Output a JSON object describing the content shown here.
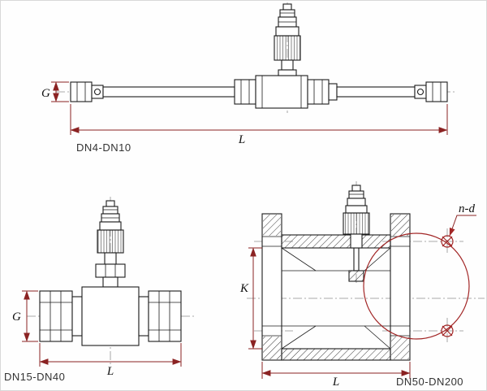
{
  "figure": {
    "background": "#fefefe",
    "border_color": "#d8d8d8"
  },
  "colors": {
    "part_line": "#1c1c1c",
    "dimension_line": "#8b2323",
    "center_line": "#8f8f8f",
    "bolt_circle": "#a22626",
    "label_text": "#111111",
    "caption_text": "#333333"
  },
  "drawings": {
    "dn4_dn10": {
      "caption": "DN4-DN10",
      "dim_g": "G",
      "dim_l": "L"
    },
    "dn15_dn40": {
      "caption": "DN15-DN40",
      "dim_g": "G",
      "dim_l": "L"
    },
    "dn50_dn200": {
      "caption": "DN50-DN200",
      "dim_k": "K",
      "dim_l": "L",
      "dim_nd": "n-d"
    }
  }
}
